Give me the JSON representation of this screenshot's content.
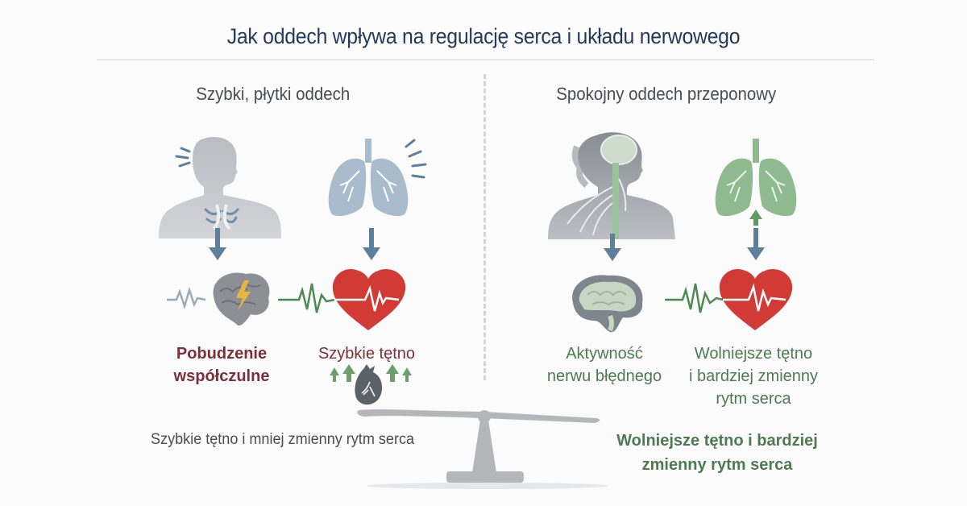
{
  "title": "Jak oddech wpływa na regulację serca i układu nerwowego",
  "left": {
    "header": "Szybki, płytki oddech",
    "labels": {
      "sympathetic": [
        "Pobudzenie",
        "współczulne"
      ],
      "fast_heart": "Szybkie tętno"
    },
    "bottom_caption": "Szybkie tętno i mniej zmienny rytm serca",
    "icons": [
      "person-chest-breathing-icon",
      "lungs-icon",
      "stressed-brain-icon",
      "heart-ecg-icon",
      "anatomical-heart-icon"
    ]
  },
  "right": {
    "header": "Spokojny oddech przeponowy",
    "labels": {
      "vagus": [
        "Aktywność",
        "nerwu błędnego"
      ],
      "slow_heart": [
        "Wolniejsze tętno",
        "i bardziej zmienny",
        "rytm serca"
      ]
    },
    "bottom_caption": [
      "Wolniejsze tętno i bardziej",
      "zmienny rytm serca"
    ],
    "icons": [
      "person-vagus-nerve-icon",
      "green-lungs-icon",
      "calm-brain-icon",
      "heart-ecg-icon"
    ]
  },
  "colors": {
    "title": "#243a5a",
    "sympathetic": "#7b2f3c",
    "parasympathetic": "#4e7a52",
    "heart": "#d23a36",
    "arrow": "#5e7f9c",
    "scale": "#b4b6ba"
  }
}
